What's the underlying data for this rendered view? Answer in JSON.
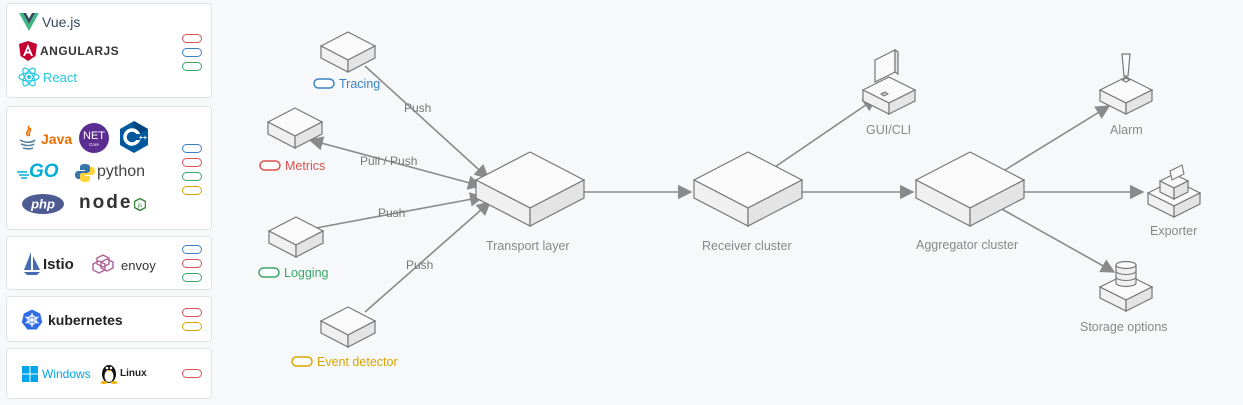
{
  "colors": {
    "blue": "#3b82c4",
    "red": "#d9534f",
    "green": "#3aa66a",
    "yellow": "#d9a400",
    "edge": "#8a8a8a",
    "cube_stroke": "#777777"
  },
  "sidebar": {
    "frontend": {
      "logos": [
        "Vue.js",
        "ANGULARJS",
        "React"
      ],
      "pills": [
        "red",
        "blue",
        "green"
      ]
    },
    "languages": {
      "logos": [
        "Java",
        "NET Core",
        "C++",
        "GO",
        "python",
        "php",
        "node"
      ],
      "pills": [
        "blue",
        "red",
        "green",
        "yellow"
      ]
    },
    "mesh": {
      "logos": [
        "Istio",
        "envoy"
      ],
      "pills": [
        "blue",
        "red",
        "green"
      ]
    },
    "k8s": {
      "logos": [
        "kubernetes"
      ],
      "pills": [
        "red",
        "yellow"
      ]
    },
    "os": {
      "logos": [
        "Windows",
        "Linux"
      ],
      "pills": [
        "red"
      ]
    }
  },
  "diagram": {
    "sources": {
      "tracing": "Tracing",
      "metrics": "Metrics",
      "logging": "Logging",
      "event": "Event detector"
    },
    "edges": {
      "tracing": "Push",
      "metrics": "Pull / Push",
      "logging": "Push",
      "event": "Push"
    },
    "nodes": {
      "transport": "Transport layer",
      "receiver": "Receiver cluster",
      "aggregator": "Aggregator cluster",
      "gui": "GUI/CLI",
      "alarm": "Alarm",
      "exporter": "Exporter",
      "storage": "Storage options"
    }
  }
}
